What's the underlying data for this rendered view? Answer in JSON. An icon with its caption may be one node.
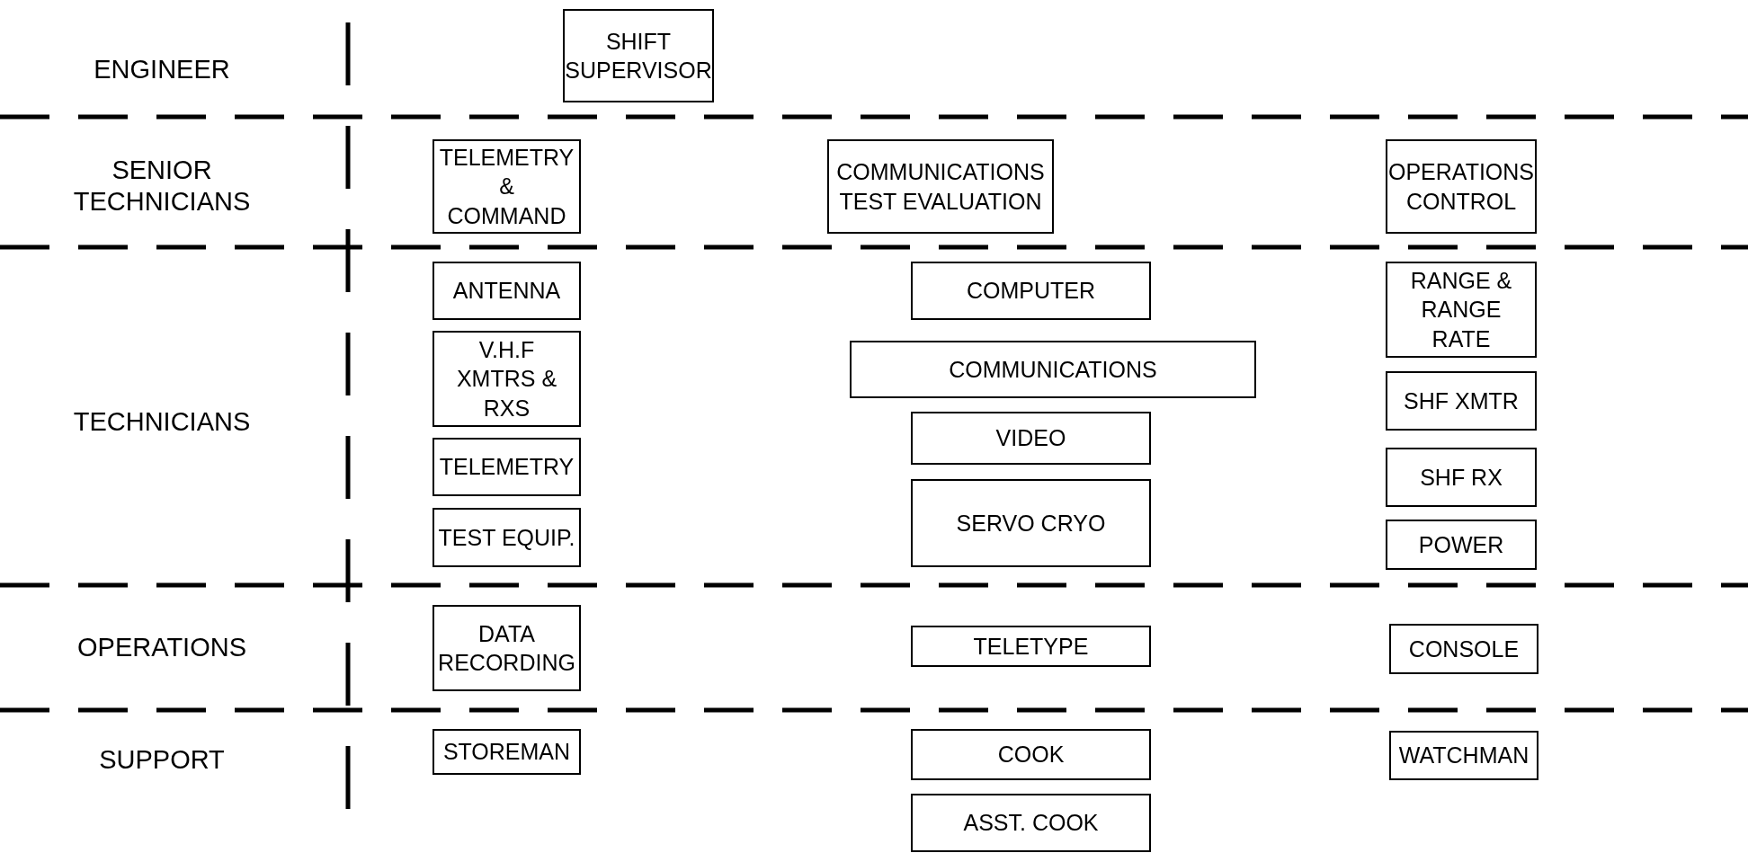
{
  "diagram": {
    "nodes": [
      {
        "text": [
          "SHIFT SUPERVISOR"
        ]
      },
      {
        "text": [
          "TELEMETRY & COMMAND"
        ]
      },
      {
        "text": [
          "COMMUNICATIONS TEST EVALUATION"
        ]
      },
      {
        "text": [
          "OPERATIONS CONTROL"
        ]
      },
      {
        "text": [
          "ANTENNA"
        ]
      },
      {
        "text": [
          "COMPUTER"
        ]
      },
      {
        "text": [
          "RANGE & RANGE RATE"
        ]
      },
      {
        "text": [
          "V.H.F XMTRS & RXS"
        ]
      },
      {
        "text": [
          "COMMUNICATIONS"
        ]
      },
      {
        "text": [
          "SHF XMTR"
        ]
      },
      {
        "text": [
          "VIDEO"
        ]
      },
      {
        "text": [
          "TELEMETRY"
        ]
      },
      {
        "text": [
          "SHF RX"
        ]
      },
      {
        "text": [
          "TEST EQUIP."
        ]
      },
      {
        "text": [
          "SERVO CRYO"
        ]
      },
      {
        "text": [
          "POWER"
        ]
      },
      {
        "text": [
          "DATA RECORDING"
        ]
      },
      {
        "text": [
          "TELETYPE"
        ]
      },
      {
        "text": [
          "CONSOLE"
        ]
      },
      {
        "text": [
          "STOREMAN"
        ]
      },
      {
        "text": [
          "COOK"
        ]
      },
      {
        "text": [
          "WATCHMAN"
        ]
      },
      {
        "text": [
          "ASST. COOK"
        ]
      }
    ],
    "edges": [],
    "labels": [
      "ENGINEER",
      "SENIOR TECHNICIANS",
      "TECHNICIANS",
      "OPERATIONS",
      "SUPPORT"
    ]
  }
}
